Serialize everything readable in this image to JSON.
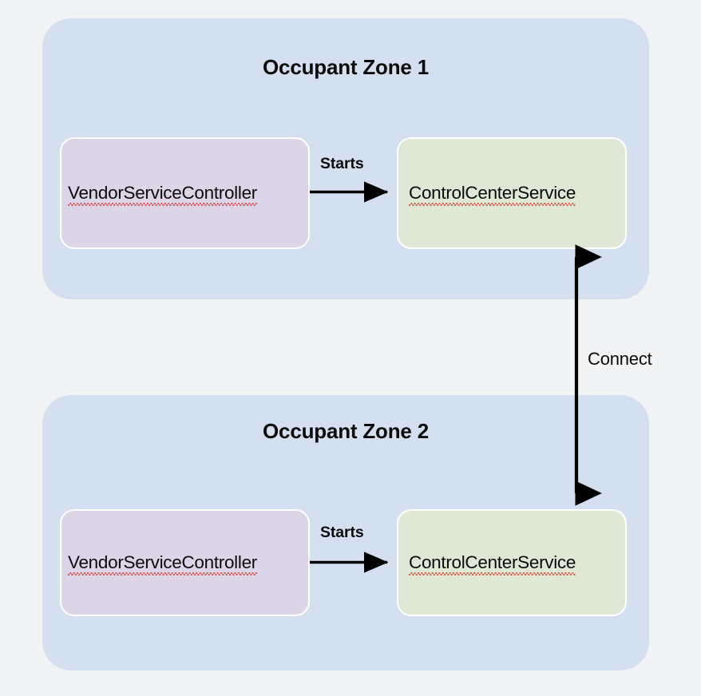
{
  "diagram": {
    "title_visible": false,
    "background_color": "#f1f3f4",
    "zones": [
      {
        "id": "zone-1",
        "title": "Occupant Zone 1",
        "color": "#d4e0ef",
        "nodes": [
          {
            "id": "vendor-1",
            "label": "VendorServiceController",
            "color": "#dcd5e8",
            "spellcheck_underline": true
          },
          {
            "id": "control-1",
            "label": "ControlCenterService",
            "color": "#dfe8d5",
            "spellcheck_underline": true
          }
        ],
        "edge_label": "Starts"
      },
      {
        "id": "zone-2",
        "title": "Occupant Zone 2",
        "color": "#d4e0ef",
        "nodes": [
          {
            "id": "vendor-2",
            "label": "VendorServiceController",
            "color": "#dcd5e8",
            "spellcheck_underline": true
          },
          {
            "id": "control-2",
            "label": "ControlCenterService",
            "color": "#dfe8d5",
            "spellcheck_underline": true
          }
        ],
        "edge_label": "Starts"
      }
    ],
    "edges": [
      {
        "id": "starts-1",
        "label": "Starts",
        "from": "vendor-1",
        "to": "control-1",
        "direction": "single",
        "orientation": "horizontal"
      },
      {
        "id": "starts-2",
        "label": "Starts",
        "from": "vendor-2",
        "to": "control-2",
        "direction": "single",
        "orientation": "horizontal"
      },
      {
        "id": "connect",
        "label": "Connect",
        "from": "control-1",
        "to": "control-2",
        "direction": "double",
        "orientation": "vertical"
      }
    ],
    "arrow_color": "#000000",
    "text_color": "#0b0b0b",
    "spellcheck_underline_color": "#d64036"
  }
}
